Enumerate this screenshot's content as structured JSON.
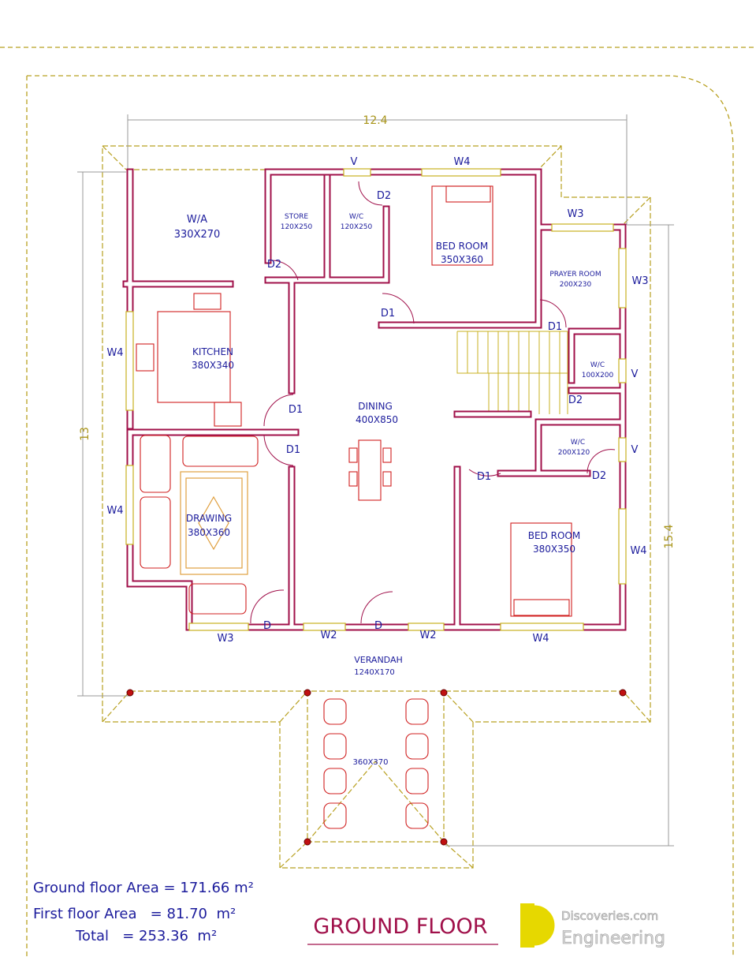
{
  "title": "GROUND FLOOR",
  "dimensions": {
    "width": "12.4",
    "depth_left": "13",
    "depth_right": "15.4"
  },
  "rooms": [
    {
      "name": "W/A",
      "size": "330X270"
    },
    {
      "name": "STORE",
      "size": "120X250"
    },
    {
      "name": "W/C",
      "size": "120X250"
    },
    {
      "name": "BED ROOM",
      "size": "350X360"
    },
    {
      "name": "PRAYER ROOM",
      "size": "200X230"
    },
    {
      "name": "KITCHEN",
      "size": "380X340"
    },
    {
      "name": "W/C",
      "size": "100X200"
    },
    {
      "name": "DINING",
      "size": "400X850"
    },
    {
      "name": "W/C",
      "size": "200X120"
    },
    {
      "name": "DRAWING",
      "size": "380X360"
    },
    {
      "name": "BED ROOM",
      "size": "380X350"
    },
    {
      "name": "VERANDAH",
      "size": "1240X170"
    },
    {
      "name": "",
      "size": "360X370"
    }
  ],
  "openings": [
    "V",
    "W4",
    "W3",
    "W3",
    "D2",
    "D2",
    "D1",
    "D1",
    "W4",
    "V",
    "D2",
    "D1",
    "D1",
    "D1",
    "D2",
    "V",
    "W4",
    "W4",
    "D",
    "W2",
    "D",
    "W2",
    "W3",
    "W4"
  ],
  "areas": [
    "Ground floor Area = 171.66 m²",
    "First floor Area   = 81.70  m²",
    "Total   = 253.36  m²"
  ],
  "watermark": {
    "line1": "Discoveries.com",
    "line2": "Engineering"
  },
  "colors": {
    "wall": "#a0104a",
    "dimension": "#b8a020",
    "text": "#1c1c9c"
  }
}
